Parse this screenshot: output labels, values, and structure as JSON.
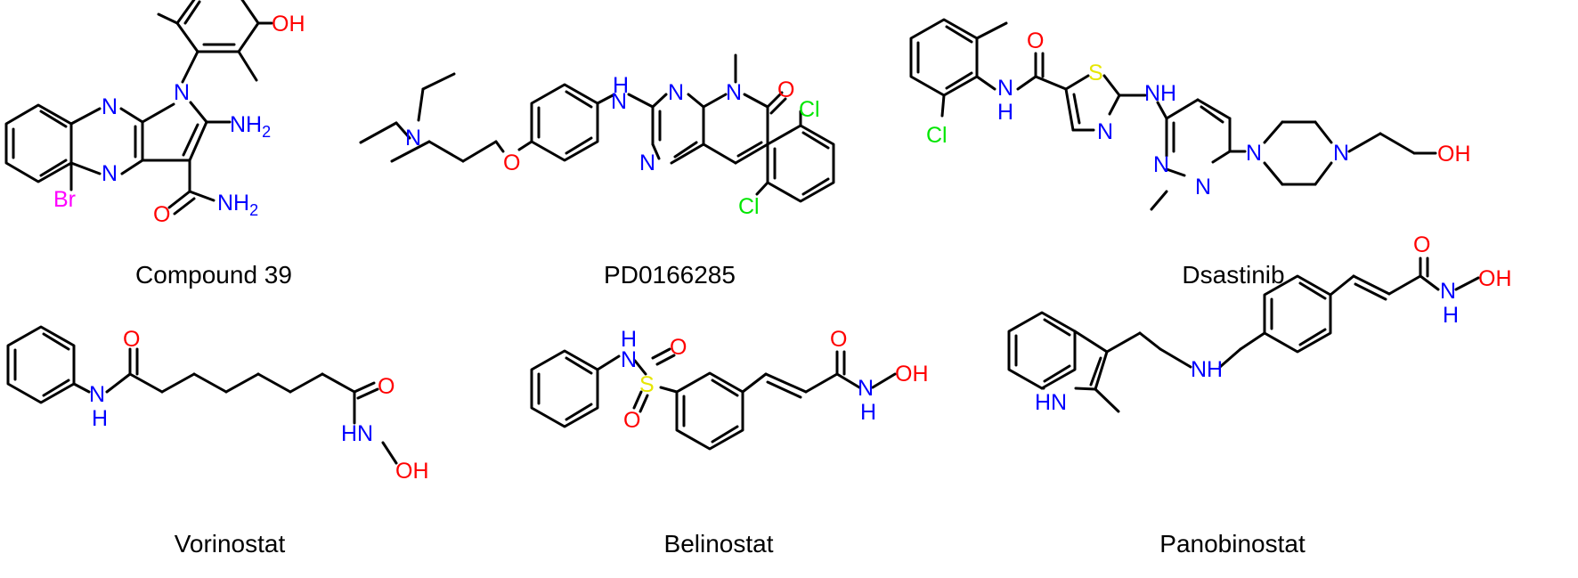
{
  "colors": {
    "bond": "#000000",
    "N": "#0000ff",
    "O": "#ff0000",
    "S": "#e6e600",
    "Cl": "#00e600",
    "Br": "#ff00ff",
    "caption": "#000000"
  },
  "compounds": [
    {
      "name": "Compound 39",
      "atoms": [
        "OH",
        "N",
        "N",
        "N",
        "NH2",
        "Br",
        "O",
        "NH2"
      ]
    },
    {
      "name": "PD0166285",
      "atoms": [
        "H",
        "N",
        "N",
        "N",
        "O",
        "N",
        "O",
        "N",
        "Cl",
        "Cl"
      ]
    },
    {
      "name": "Dsastinib",
      "atoms": [
        "O",
        "S",
        "N",
        "H",
        "Cl",
        "N",
        "H",
        "N",
        "N",
        "N",
        "N",
        "N",
        "OH"
      ]
    },
    {
      "name": "Vorinostat",
      "atoms": [
        "O",
        "N",
        "H",
        "O",
        "HN",
        "OH"
      ]
    },
    {
      "name": "Belinostat",
      "atoms": [
        "H",
        "N",
        "O",
        "S",
        "O",
        "O",
        "N",
        "H",
        "OH"
      ]
    },
    {
      "name": "Panobinostat",
      "atoms": [
        "O",
        "HN",
        "NH",
        "N",
        "H",
        "OH"
      ]
    }
  ]
}
